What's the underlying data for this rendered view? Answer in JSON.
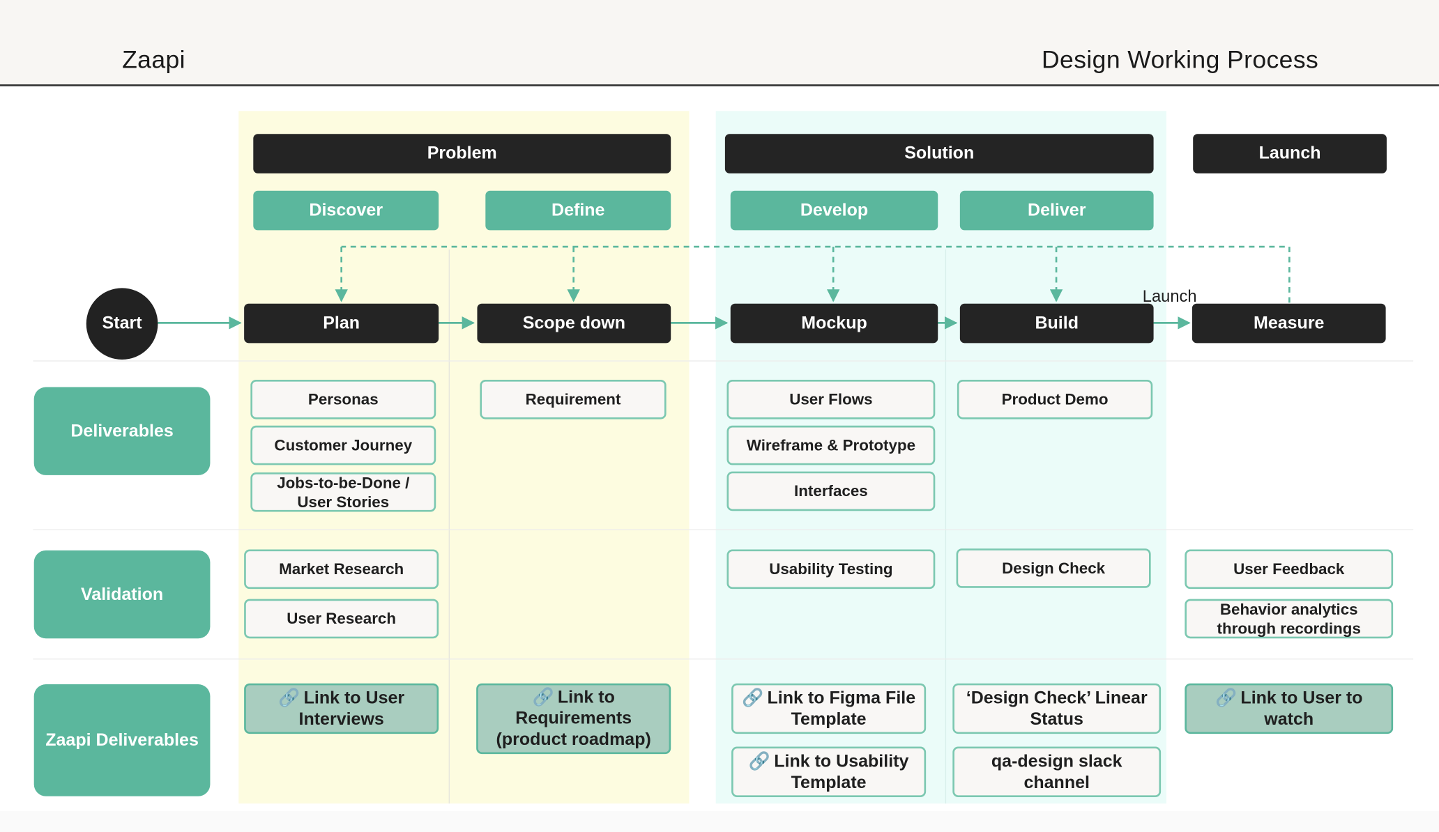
{
  "header": {
    "brand": "Zaapi",
    "title": "Design Working Process"
  },
  "phases": {
    "problem": "Problem",
    "solution": "Solution",
    "launch": "Launch"
  },
  "stages": {
    "discover": "Discover",
    "define": "Define",
    "develop": "Develop",
    "deliver": "Deliver"
  },
  "flow": {
    "start": "Start",
    "plan": "Plan",
    "scope_down": "Scope down",
    "mockup": "Mockup",
    "build": "Build",
    "measure": "Measure",
    "launch_note": "Launch"
  },
  "rows": {
    "deliverables": "Deliverables",
    "validation": "Validation",
    "zaapi_deliverables": "Zaapi Deliverables"
  },
  "deliverables": {
    "plan": [
      "Personas",
      "Customer Journey",
      "Jobs-to-be-Done / User Stories"
    ],
    "scope_down": [
      "Requirement"
    ],
    "mockup": [
      "User Flows",
      "Wireframe & Prototype",
      "Interfaces"
    ],
    "build": [
      "Product Demo"
    ]
  },
  "validation": {
    "plan": [
      "Market Research",
      "User Research"
    ],
    "mockup": [
      "Usability Testing"
    ],
    "build": [
      "Design Check"
    ],
    "measure": [
      "User Feedback",
      "Behavior analytics through recordings"
    ]
  },
  "zaapi_deliverables": {
    "plan": [
      "Link to User Interviews"
    ],
    "scope_down": [
      "Link to Requirements (product roadmap)"
    ],
    "mockup": [
      "Link to Figma File Template",
      "Link to Usability Template"
    ],
    "build": [
      "‘Design Check’ Linear Status",
      "qa-design slack channel"
    ],
    "measure": [
      "Link to User to watch"
    ]
  },
  "icons": {
    "link": "link-icon"
  },
  "colors": {
    "accent_green": "#5bb79d",
    "dark": "#242424",
    "problem_band": "#fdfce0",
    "solution_band": "#ebfcf9",
    "link_card": "#a9cdbf"
  }
}
